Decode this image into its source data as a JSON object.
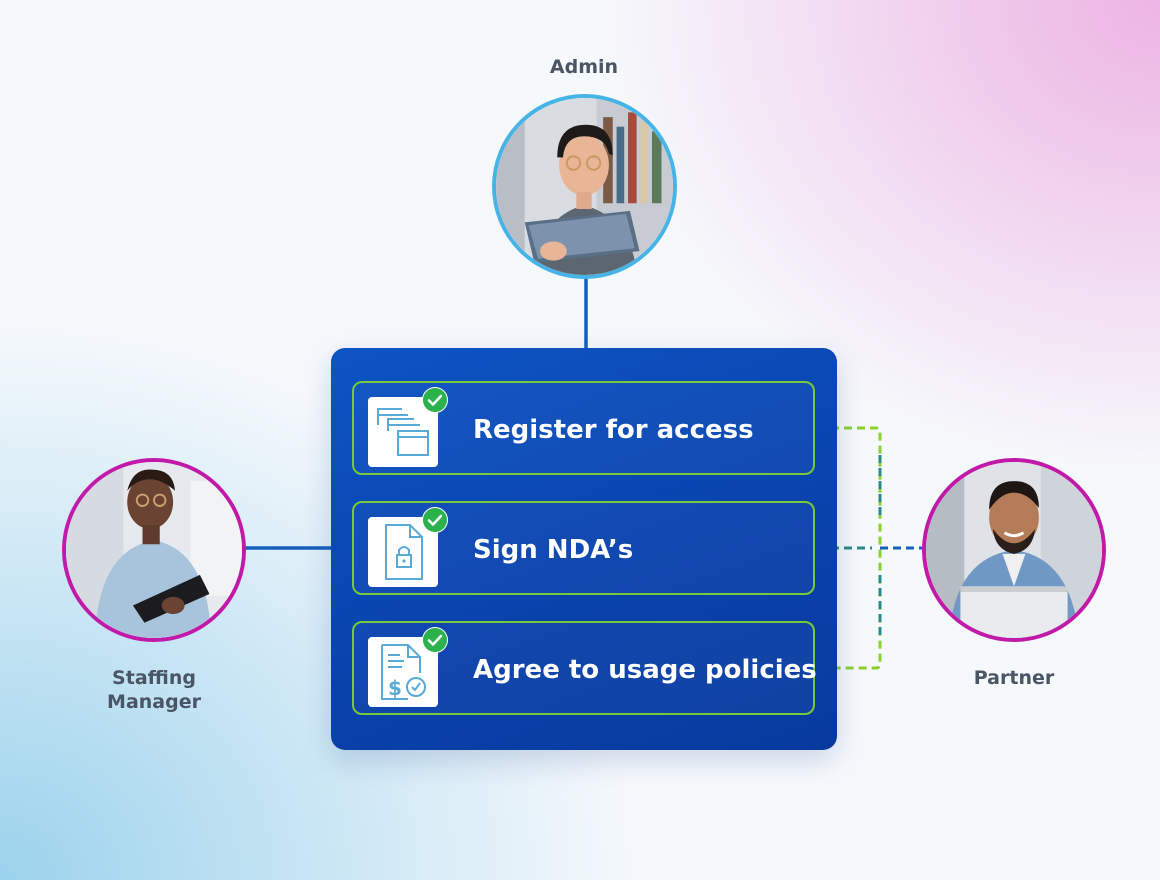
{
  "roles": {
    "admin": {
      "label": "Admin"
    },
    "staffing_manager": {
      "label": "Staffing\nManager"
    },
    "partner": {
      "label": "Partner"
    }
  },
  "tasks": [
    {
      "label": "Register for access",
      "icon": "stacked-windows-icon",
      "status": "complete"
    },
    {
      "label": "Sign NDA’s",
      "icon": "locked-document-icon",
      "status": "complete"
    },
    {
      "label": "Agree to usage policies",
      "icon": "dollar-policy-document-icon",
      "status": "complete"
    }
  ],
  "colors": {
    "panel": "#0a43ad",
    "task_border": "#78c83a",
    "check": "#2bb24c",
    "admin_ring": "#46b4e6",
    "manager_ring": "#c21aa8",
    "partner_ring": "#c21aa8",
    "solid_connector": "#1560bd",
    "dashed_connector_green": "#8ccf2e",
    "dashed_connector_teal": "#2a8a8a",
    "dashed_connector_blue": "#1560bd"
  }
}
